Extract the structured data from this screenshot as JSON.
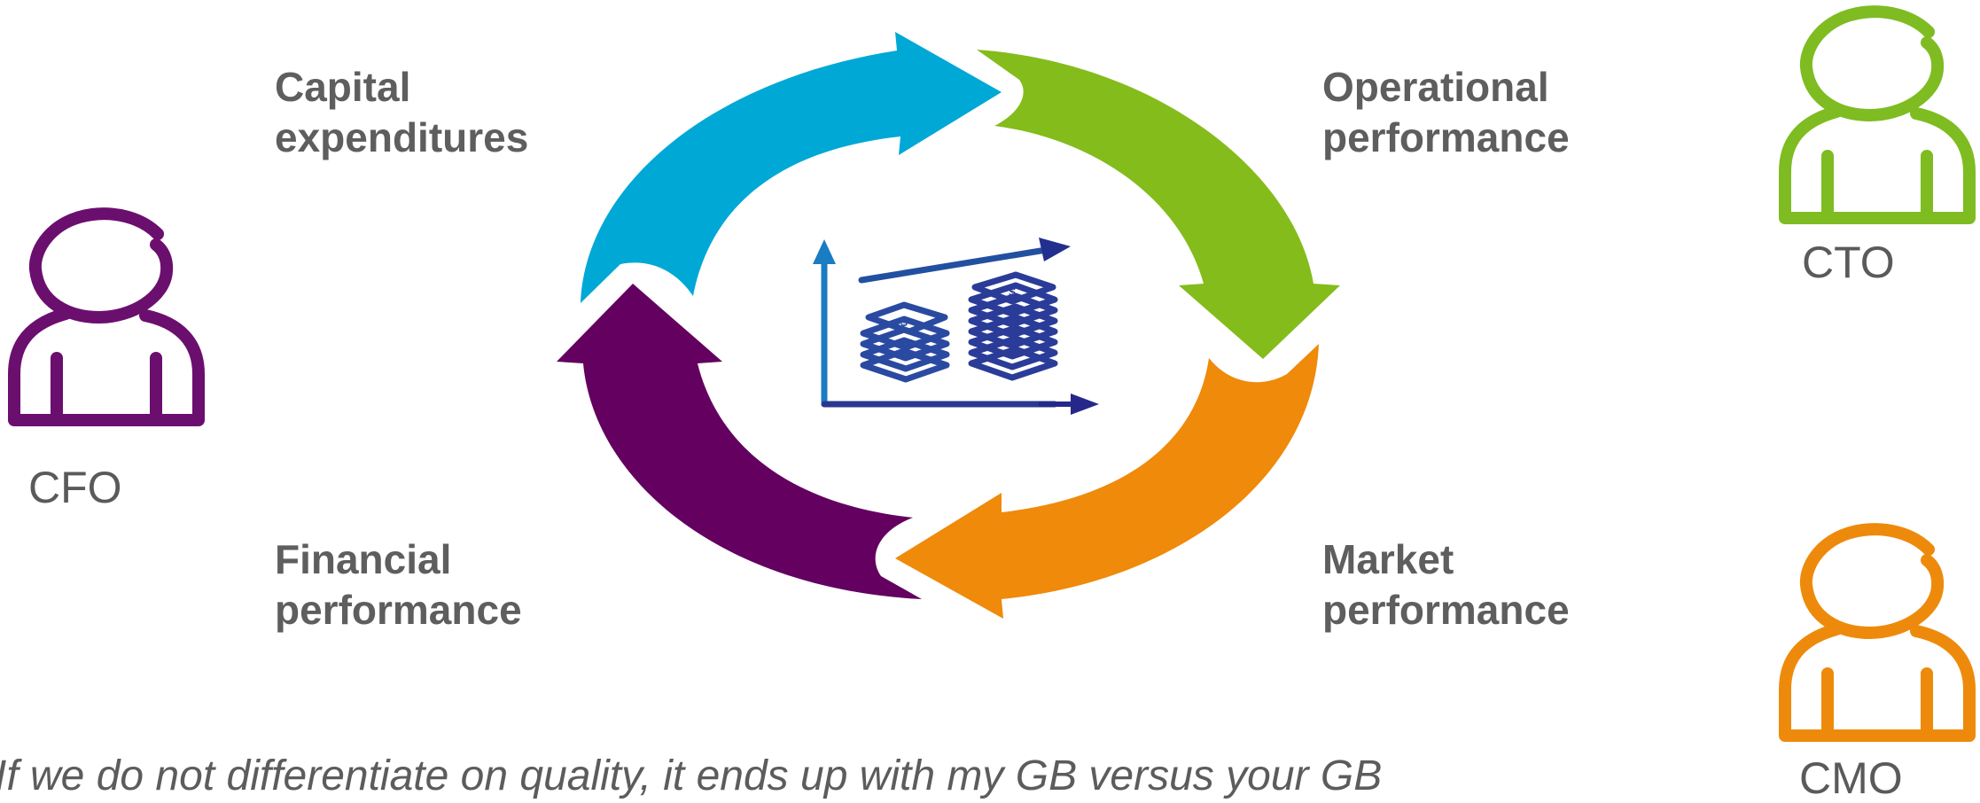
{
  "cycle": {
    "segments": [
      {
        "id": "capex",
        "label_lines": [
          "Capital",
          "expenditures"
        ],
        "color": "#00a8d6",
        "icon": "arrow-segment-top-left"
      },
      {
        "id": "operational",
        "label_lines": [
          "Operational",
          "performance"
        ],
        "color": "#84bc1c",
        "icon": "arrow-segment-top-right"
      },
      {
        "id": "market",
        "label_lines": [
          "Market",
          "performance"
        ],
        "color": "#ef8a0a",
        "icon": "arrow-segment-bottom-right"
      },
      {
        "id": "financial",
        "label_lines": [
          "Financial",
          "performance"
        ],
        "color": "#630060",
        "icon": "arrow-segment-bottom-left"
      }
    ],
    "center_icon": "money-growth-chart-icon"
  },
  "roles": {
    "cfo": {
      "label": "CFO",
      "color": "#6b0f6e",
      "icon": "person-icon"
    },
    "cto": {
      "label": "CTO",
      "color": "#7ebc22",
      "icon": "person-icon"
    },
    "cmo": {
      "label": "CMO",
      "color": "#ee8a0b",
      "icon": "person-icon"
    }
  },
  "quote": "If we do not differentiate on quality, it ends up with my GB versus your GB"
}
